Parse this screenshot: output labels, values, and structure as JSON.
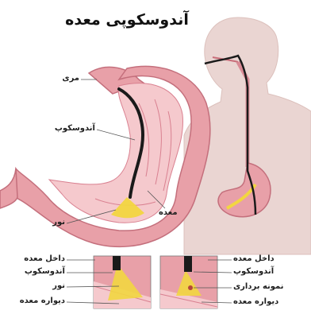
{
  "title": "آندوسکوپی معده",
  "main": {
    "labels": {
      "esophagus": "مری",
      "endoscope": "آندوسکوپ",
      "light": "نور",
      "stomach": "معده"
    }
  },
  "detail_left": {
    "labels": [
      "داخل معده",
      "آندوسکوپ",
      "نور",
      "دیواره معده"
    ]
  },
  "detail_right": {
    "labels": [
      "داخل معده",
      "آندوسکوپ",
      "نمونه برداری",
      "دیواره معده"
    ]
  },
  "colors": {
    "stomach_outer": "#e8a0a8",
    "stomach_inner": "#f5c9cd",
    "stomach_rugae": "#d98090",
    "endoscope": "#1a1a1a",
    "light": "#f2d640",
    "body": "#e9d2cf",
    "label_line": "#555555"
  }
}
